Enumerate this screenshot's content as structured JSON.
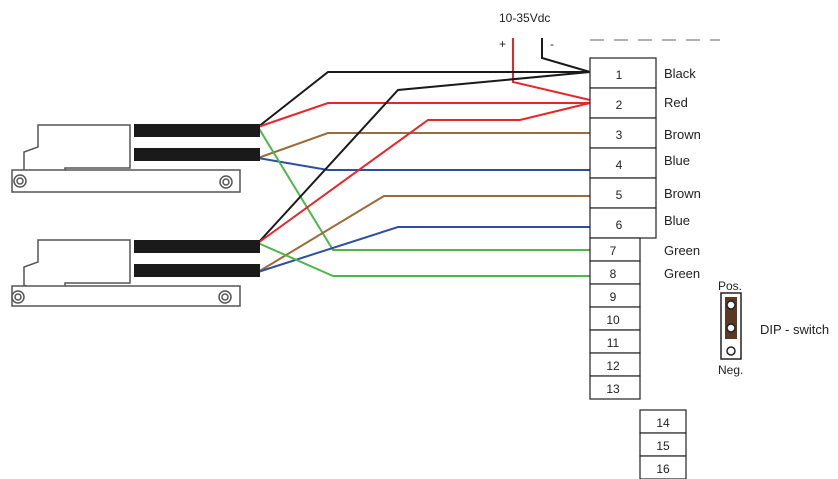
{
  "power": {
    "title": "10-35Vdc",
    "plus": "+",
    "minus": "-"
  },
  "terminals": [
    {
      "num": "1",
      "label": "Black"
    },
    {
      "num": "2",
      "label": "Red"
    },
    {
      "num": "3",
      "label": "Brown"
    },
    {
      "num": "4",
      "label": "Blue"
    },
    {
      "num": "5",
      "label": "Brown"
    },
    {
      "num": "6",
      "label": "Blue"
    },
    {
      "num": "7",
      "label": "Green"
    },
    {
      "num": "8",
      "label": "Green"
    },
    {
      "num": "9",
      "label": ""
    },
    {
      "num": "10",
      "label": ""
    },
    {
      "num": "11",
      "label": ""
    },
    {
      "num": "12",
      "label": ""
    },
    {
      "num": "13",
      "label": ""
    },
    {
      "num": "14",
      "label": ""
    },
    {
      "num": "15",
      "label": ""
    },
    {
      "num": "16",
      "label": ""
    }
  ],
  "dip_switch": {
    "label": "DIP - switch",
    "pos_label": "Pos.",
    "neg_label": "Neg."
  },
  "wire_colors": {
    "black": "#1a1a1a",
    "red": "#e8262a",
    "brown": "#9c6b3a",
    "blue": "#2e4fa1",
    "green": "#4cb848"
  },
  "actuators": [
    "linear-actuator-1",
    "linear-actuator-2"
  ]
}
